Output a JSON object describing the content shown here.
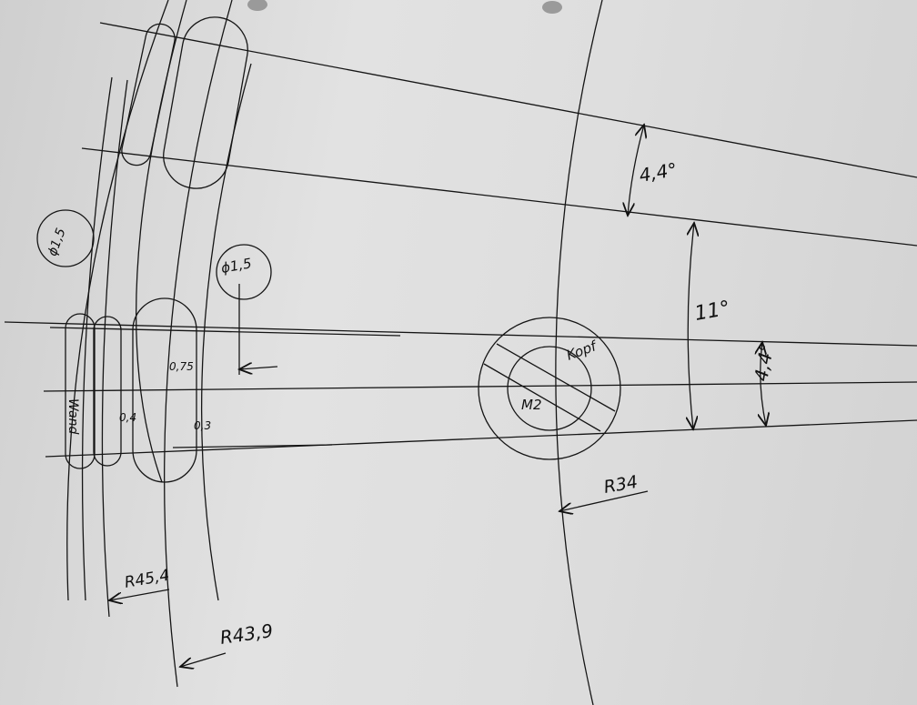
{
  "drawing": {
    "angle_top": "4,4°",
    "angle_middle": "11°",
    "angle_bottom": "4,4°",
    "head_label": "Kopf",
    "thread_label": "M2",
    "radius_screw": "R34",
    "radius_outer": "R45,4",
    "radius_inner": "R43,9",
    "hole_diameter_left": "ϕ1,5",
    "hole_diameter_right": "ϕ1,5",
    "dim_075": "0,75",
    "dim_04": "0,4",
    "dim_03": "0,3",
    "wall_label": "Wand"
  }
}
